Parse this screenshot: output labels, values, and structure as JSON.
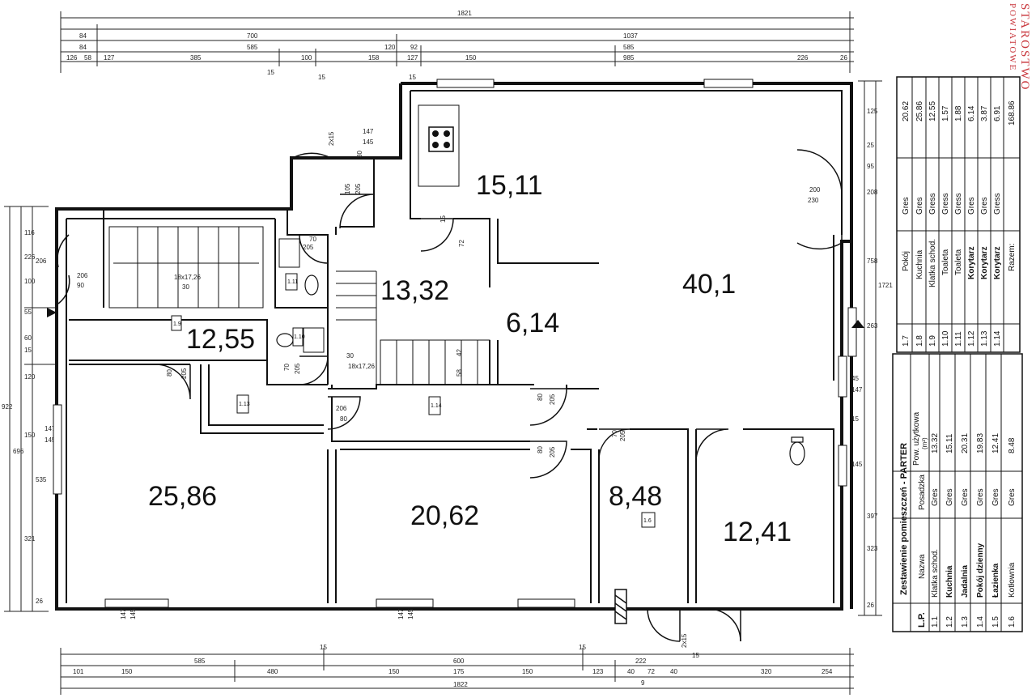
{
  "areas": {
    "kuchnia": "15,11",
    "salon": "40,1",
    "klatka": "13,32",
    "korytarz_a": "6,14",
    "korytarz_b": "12,55",
    "pokoj_a": "25,86",
    "pokoj_b": "20,62",
    "kotlownia": "8,48",
    "lazienka": "12,41"
  },
  "room_tags": {
    "t19": "1.9",
    "t110": "1.10",
    "t111": "1.11",
    "t113": "1.13",
    "t114": "1.14",
    "t16": "1.6"
  },
  "dimensions": {
    "top": [
      "1821",
      "700",
      "1037",
      "585",
      "585",
      "985",
      "385",
      "100",
      "158",
      "150",
      "226",
      "120",
      "92",
      "127",
      "84",
      "84",
      "58",
      "126",
      "127",
      "26",
      "15",
      "15",
      "15"
    ],
    "left": [
      "922",
      "696",
      "226",
      "116",
      "206",
      "100",
      "55",
      "60",
      "15",
      "120",
      "150",
      "535",
      "321",
      "26",
      "147",
      "145"
    ],
    "right": [
      "1721",
      "758",
      "263",
      "397",
      "323",
      "208",
      "125",
      "25",
      "95",
      "45",
      "147",
      "145",
      "15",
      "26"
    ],
    "bottom": [
      "1822",
      "101",
      "150",
      "480",
      "150",
      "175",
      "600",
      "150",
      "123",
      "40",
      "72",
      "40",
      "254",
      "320",
      "585",
      "15",
      "15",
      "15",
      "222",
      "9"
    ],
    "doors": [
      "80",
      "205",
      "70",
      "205",
      "105",
      "205",
      "90",
      "206",
      "2x15",
      "200",
      "230",
      "80",
      "206",
      "70",
      "205",
      "70",
      "205",
      "80",
      "205",
      "80",
      "205",
      "147",
      "145",
      "147",
      "145",
      "147",
      "145",
      "2x15",
      "30",
      "18x17,26",
      "30",
      "18x17,26",
      "42",
      "58",
      "15",
      "72",
      "30"
    ]
  },
  "stamp": "STAROSTWO",
  "stamp_sub": "POWIATOWE",
  "table1": {
    "title": "Zestawienie pomieszczeń - PARTER",
    "headers": [
      "L.P.",
      "Nazwa",
      "Posadzka",
      "Pow. użytkowa",
      "(m²)"
    ],
    "rows": [
      {
        "lp": "1.1",
        "name": "Klatka schod.",
        "floor": "Gres",
        "area": "13.32"
      },
      {
        "lp": "1.2",
        "name": "Kuchnia",
        "floor": "Gres",
        "area": "15.11"
      },
      {
        "lp": "1.3",
        "name": "Jadalnia",
        "floor": "Gres",
        "area": "20.31"
      },
      {
        "lp": "1.4",
        "name": "Pokój dzienny",
        "floor": "Gres",
        "area": "19.83"
      },
      {
        "lp": "1.5",
        "name": "Łazienka",
        "floor": "Gres",
        "area": "12.41"
      },
      {
        "lp": "1.6",
        "name": "Kotłownia",
        "floor": "Gres",
        "area": "8.48"
      }
    ]
  },
  "table2": {
    "rows": [
      {
        "lp": "1.7",
        "name": "Pokój",
        "floor": "Gres",
        "area": "20.62"
      },
      {
        "lp": "1.8",
        "name": "Kuchnia",
        "floor": "Gres",
        "area": "25.86"
      },
      {
        "lp": "1.9",
        "name": "Klatka schod.",
        "floor": "Gress",
        "area": "12.55"
      },
      {
        "lp": "1.10",
        "name": "Toaleta",
        "floor": "Gress",
        "area": "1.57"
      },
      {
        "lp": "1.11",
        "name": "Toaleta",
        "floor": "Gress",
        "area": "1.88"
      },
      {
        "lp": "1.12",
        "name": "Korytarz",
        "floor": "Gres",
        "area": "6.14"
      },
      {
        "lp": "1.13",
        "name": "Korytarz",
        "floor": "Gres",
        "area": "3.87"
      },
      {
        "lp": "1.14",
        "name": "Korytarz",
        "floor": "Gress",
        "area": "6.91"
      }
    ],
    "total_label": "Razem:",
    "total": "168.86"
  }
}
